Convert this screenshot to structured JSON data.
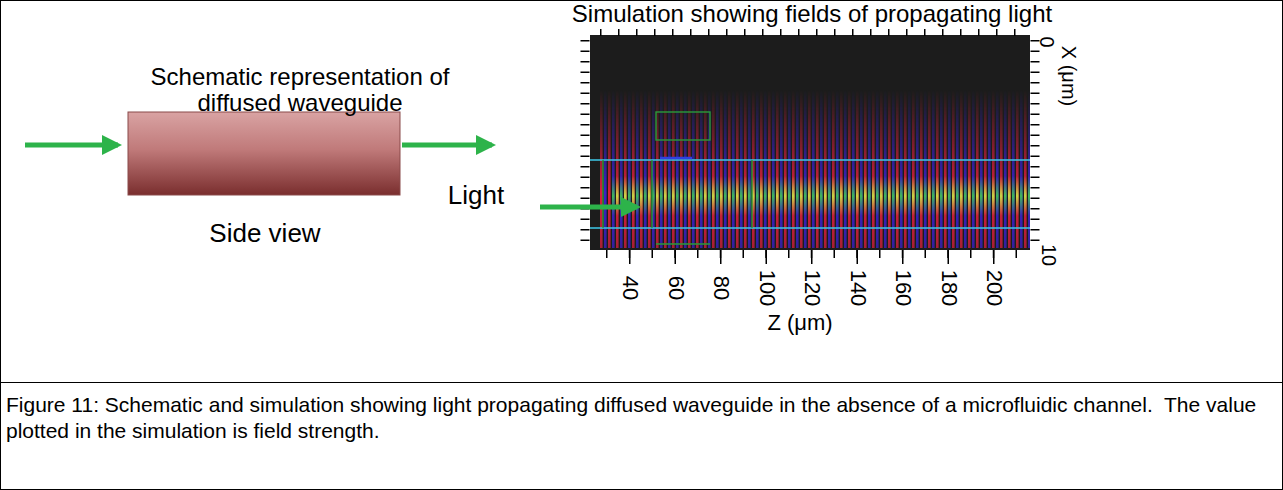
{
  "diagram": {
    "caption": "Figure 11: Schematic and simulation showing light propagating diffused waveguide in the absence of a microfluidic channel.  The value plotted in the simulation is field strength.",
    "labels": [
      "Schematic representation of diffused waveguide",
      "Side view",
      "Light",
      "Simulation showing fields of propagating light",
      "0",
      "10",
      "X (μm)",
      "40",
      "60",
      "80",
      "100",
      "120",
      "140",
      "160",
      "180",
      "200",
      "Z (μm)"
    ]
  }
}
